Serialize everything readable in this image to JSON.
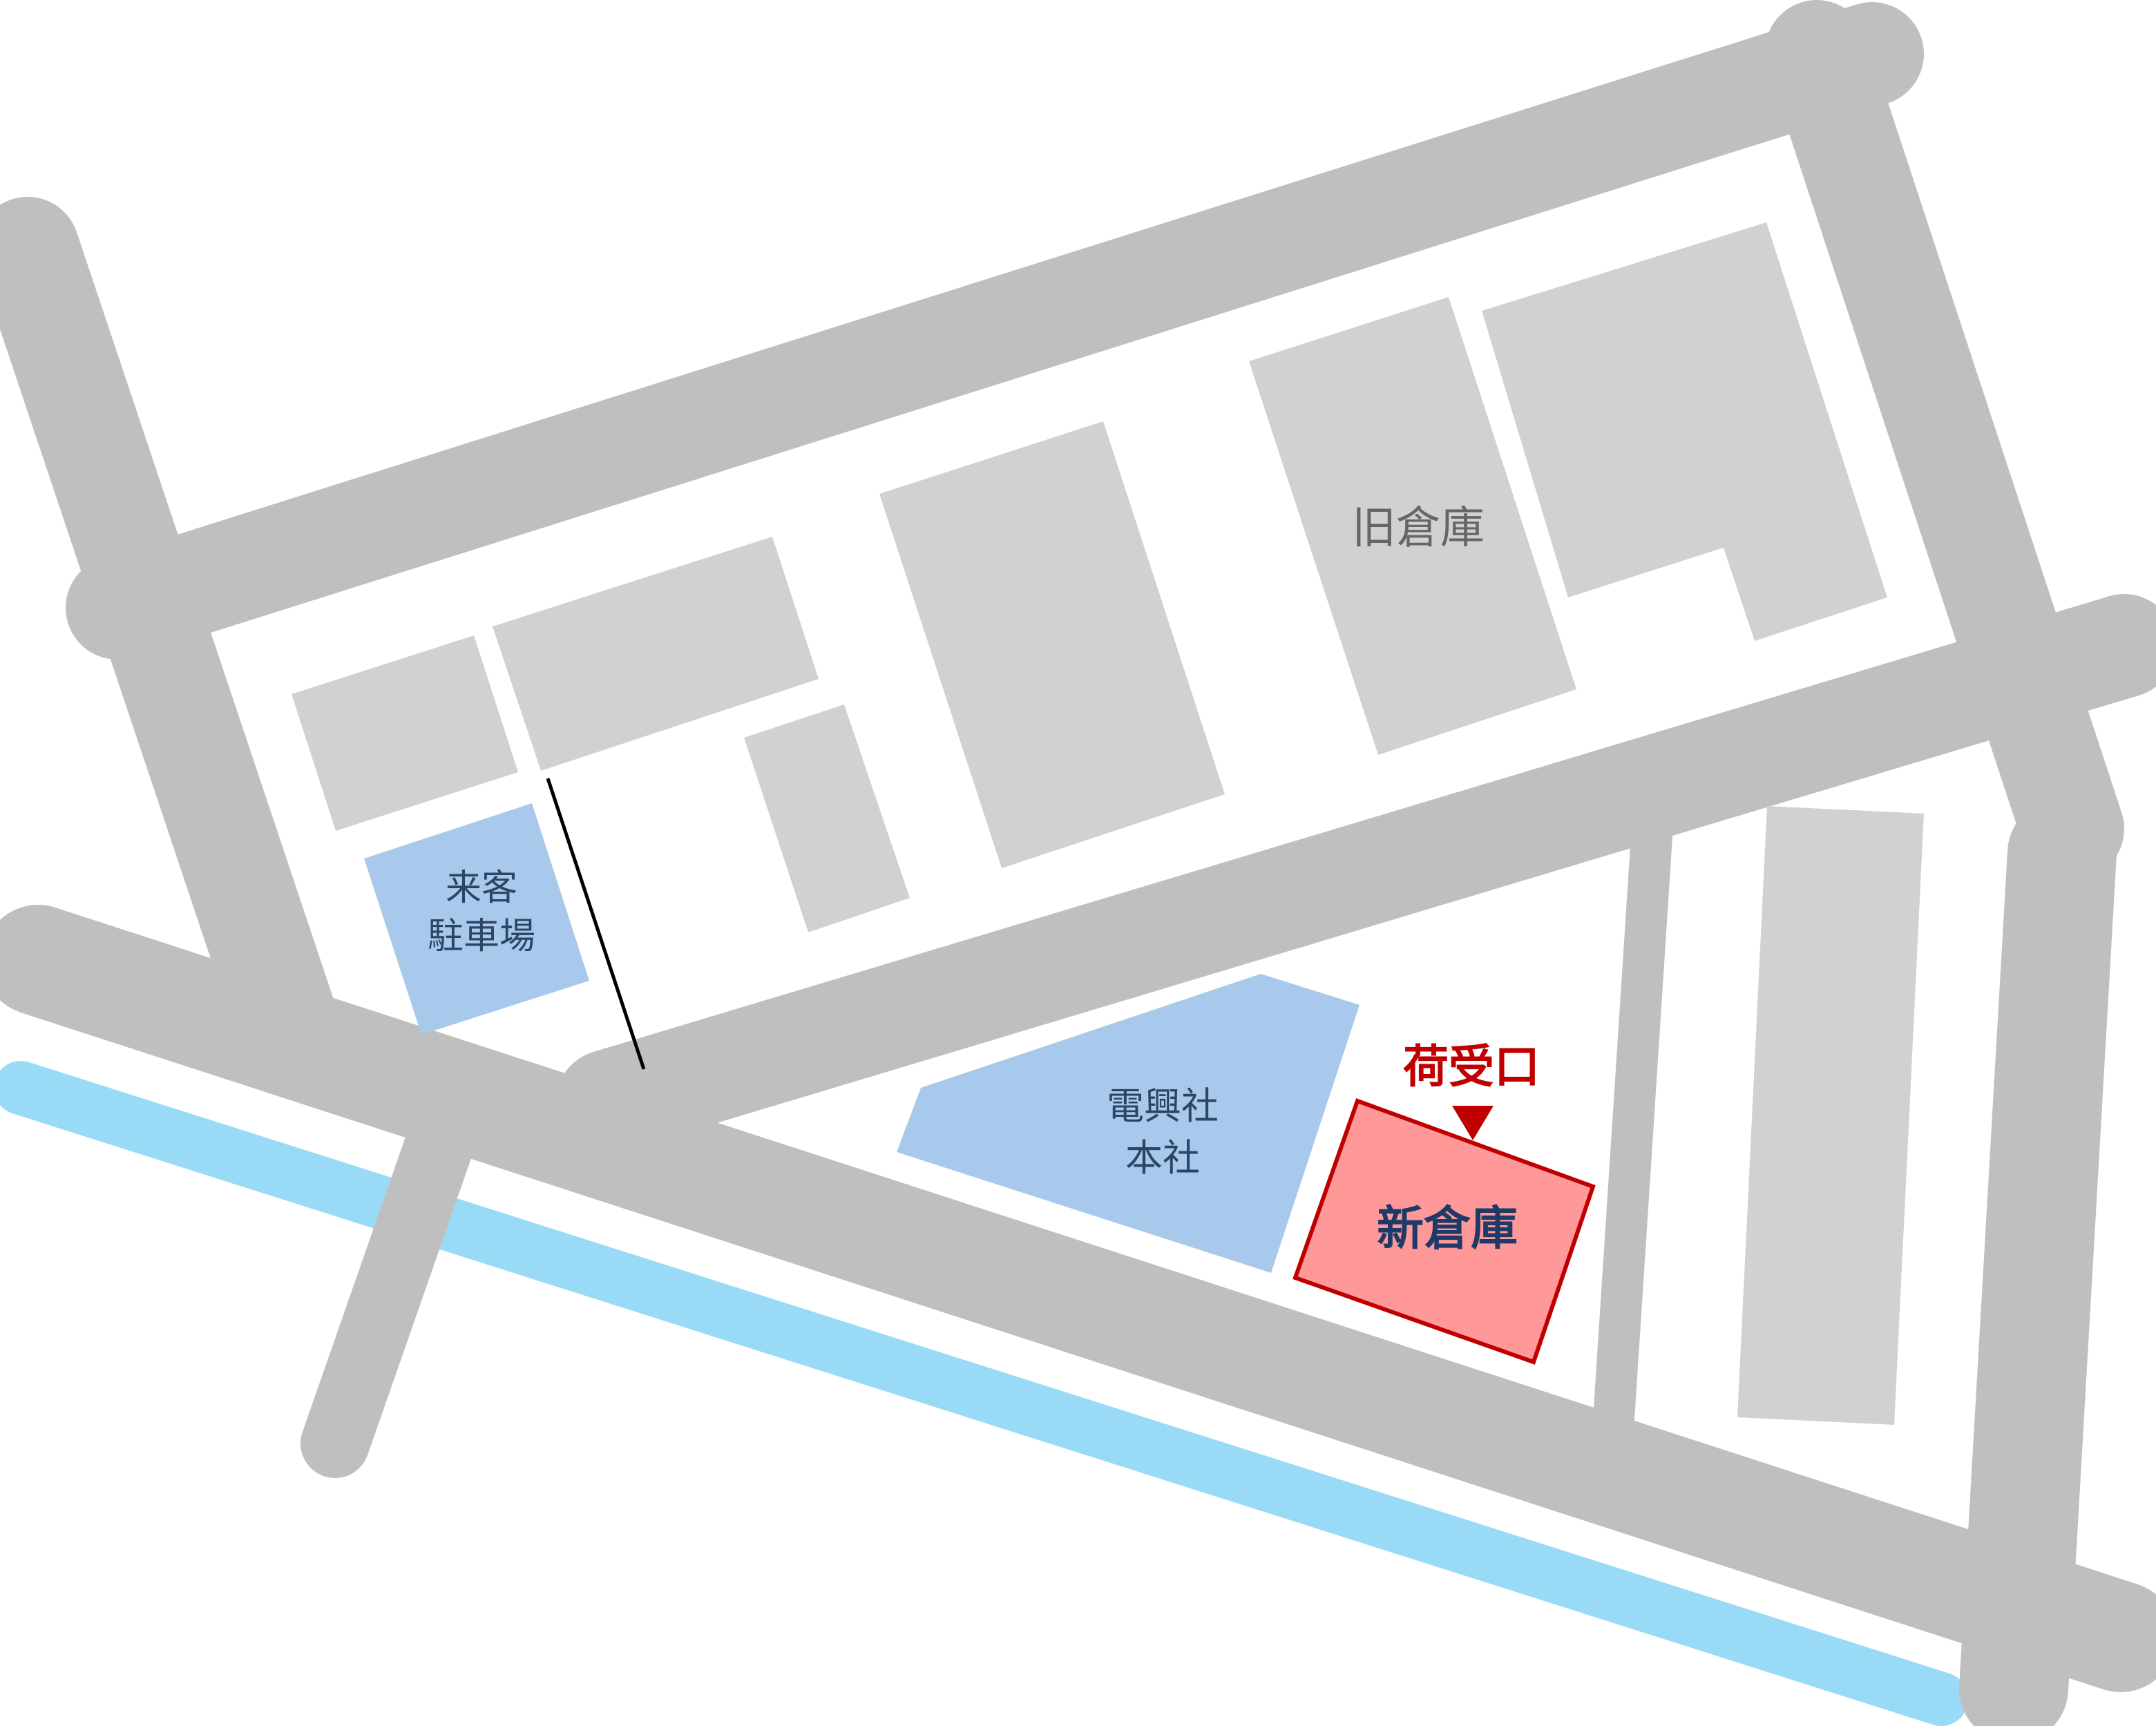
{
  "map": {
    "labels": {
      "old_warehouse": "旧倉庫",
      "visitor_parking_line1": "来客",
      "visitor_parking_line2": "駐車場",
      "hq_line1": "電興社",
      "hq_line2": "本社",
      "new_warehouse": "新倉庫",
      "loading_dock": "荷受口"
    },
    "colors": {
      "road": "#bfbfbf",
      "building": "#d1d1d1",
      "company_area": "#a8c9eb",
      "river": "#99dbf7",
      "new_warehouse_fill": "#ff9999",
      "new_warehouse_border": "#c00000",
      "loading_dock_marker": "#c00000"
    },
    "icons": {
      "loading_dock_marker": "triangle-down-icon"
    }
  }
}
